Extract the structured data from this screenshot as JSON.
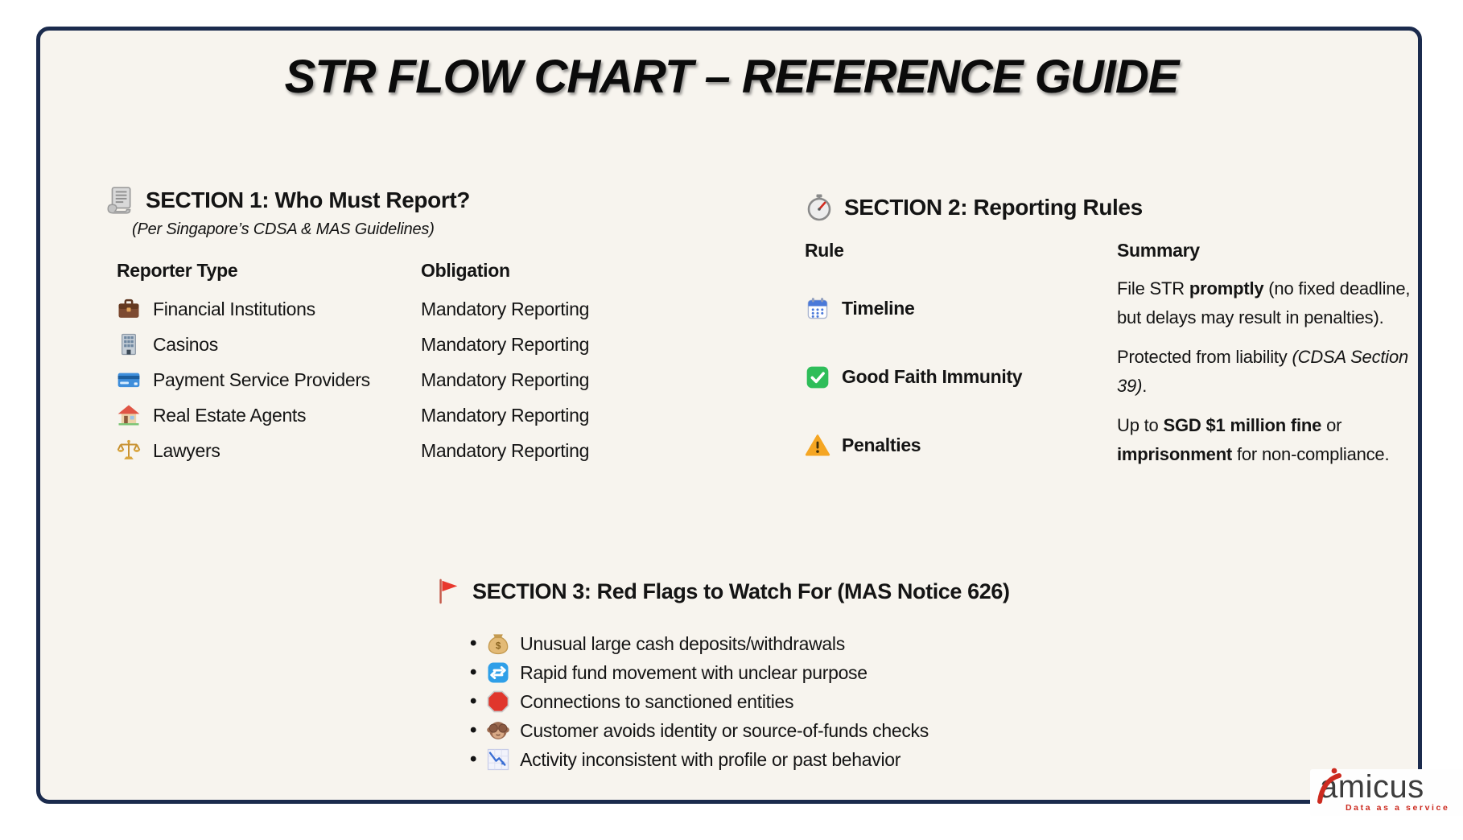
{
  "title": "STR FLOW CHART – REFERENCE GUIDE",
  "section1": {
    "icon": "receipt-icon",
    "title": "SECTION 1: Who Must Report?",
    "subtitle": "(Per Singapore’s CDSA & MAS Guidelines)",
    "columns": {
      "reporter_type": "Reporter Type",
      "obligation": "Obligation"
    },
    "rows": [
      {
        "icon": "briefcase-icon",
        "type": "Financial Institutions",
        "obligation": "Mandatory Reporting"
      },
      {
        "icon": "office-building-icon",
        "type": "Casinos",
        "obligation": "Mandatory Reporting"
      },
      {
        "icon": "credit-card-icon",
        "type": "Payment Service Providers",
        "obligation": "Mandatory Reporting"
      },
      {
        "icon": "house-icon",
        "type": "Real Estate Agents",
        "obligation": "Mandatory Reporting"
      },
      {
        "icon": "balance-scale-icon",
        "type": "Lawyers",
        "obligation": "Mandatory Reporting"
      }
    ]
  },
  "section2": {
    "icon": "stopwatch-icon",
    "title": "SECTION 2: Reporting Rules",
    "columns": {
      "rule": "Rule",
      "summary": "Summary"
    },
    "rows": [
      {
        "icon": "calendar-icon",
        "rule": "Timeline",
        "summary_parts": [
          {
            "text": "File STR ",
            "style": "normal"
          },
          {
            "text": "promptly",
            "style": "bold"
          },
          {
            "text": " (no fixed deadline, but delays may result in penalties).",
            "style": "normal"
          }
        ]
      },
      {
        "icon": "check-mark-icon",
        "rule": "Good Faith Immunity",
        "summary_parts": [
          {
            "text": "Protected from liability ",
            "style": "normal"
          },
          {
            "text": "(CDSA Section 39)",
            "style": "italic"
          },
          {
            "text": ".",
            "style": "normal"
          }
        ]
      },
      {
        "icon": "warning-icon",
        "rule": "Penalties",
        "summary_parts": [
          {
            "text": "Up to ",
            "style": "normal"
          },
          {
            "text": "SGD $1 million fine",
            "style": "bold"
          },
          {
            "text": " or ",
            "style": "normal"
          },
          {
            "text": "imprisonment",
            "style": "bold"
          },
          {
            "text": " for non-compliance.",
            "style": "normal"
          }
        ]
      }
    ]
  },
  "section3": {
    "icon": "red-flag-icon",
    "title": "SECTION 3: Red Flags to Watch For (MAS Notice 626)",
    "items": [
      {
        "icon": "money-bag-icon",
        "text": "Unusual large cash deposits/withdrawals"
      },
      {
        "icon": "repeat-arrows-icon",
        "text": "Rapid fund movement with unclear purpose"
      },
      {
        "icon": "stop-sign-icon",
        "text": "Connections to sanctioned entities"
      },
      {
        "icon": "see-no-evil-monkey-icon",
        "text": "Customer avoids identity or source-of-funds checks"
      },
      {
        "icon": "chart-decreasing-icon",
        "text": "Activity inconsistent with profile or past behavior"
      }
    ]
  },
  "logo": {
    "wordmark": "amicus",
    "tagline": "Data as a service"
  },
  "colors": {
    "card_background": "#f7f4ee",
    "border_navy": "#1b2b4d",
    "flag_red": "#e8392e",
    "logo_red": "#cc2a1f",
    "check_green": "#2ebd59",
    "warning_orange": "#f5a623",
    "calendar_blue": "#4a79d9"
  }
}
